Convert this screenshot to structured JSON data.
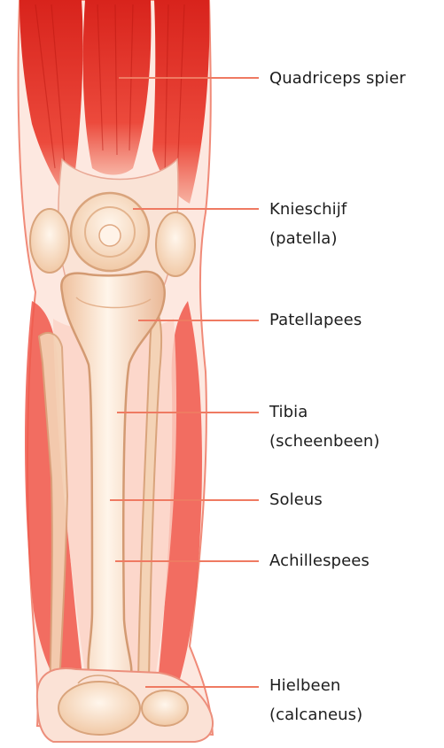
{
  "labels": [
    {
      "id": "quadriceps",
      "lines": [
        "Quadriceps spier"
      ]
    },
    {
      "id": "knieschijf",
      "lines": [
        "Knieschijf",
        "(patella)"
      ]
    },
    {
      "id": "patellapees",
      "lines": [
        "Patellapees"
      ]
    },
    {
      "id": "tibia",
      "lines": [
        "Tibia",
        "(scheenbeen)"
      ]
    },
    {
      "id": "soleus",
      "lines": [
        "Soleus"
      ]
    },
    {
      "id": "achillespees",
      "lines": [
        "Achillespees"
      ]
    },
    {
      "id": "hielbeen",
      "lines": [
        "Hielbeen",
        "(calcaneus)"
      ]
    }
  ],
  "colors": {
    "muscle": "#e8362f",
    "muscle_light": "#f7a89a",
    "bone": "#f6dcc0",
    "bone_outline": "#d9a47c",
    "leader_line": "#ef7a62",
    "text": "#1d1d1d"
  }
}
